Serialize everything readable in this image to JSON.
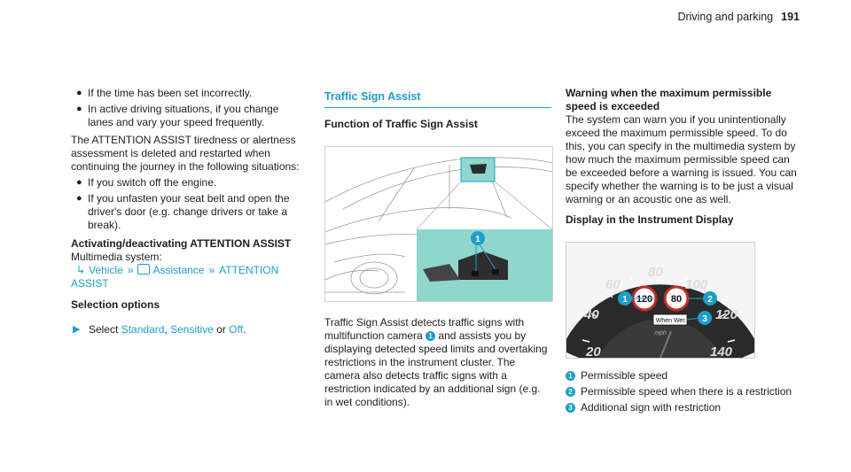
{
  "header": {
    "section": "Driving and parking",
    "page": "191"
  },
  "col1": {
    "bullets_top": [
      "If the time has been set incorrectly.",
      "In active driving situations, if you change lanes and vary your speed frequently."
    ],
    "para": "The ATTENTION ASSIST tiredness or alertness assessment is deleted and restarted when continuing the journey in the following situations:",
    "bullets_mid": [
      "If you switch off the engine.",
      "If you unfasten your seat belt and open the driver's door (e.g. change drivers or take a break)."
    ],
    "activating_title": "Activating/deactivating ATTENTION ASSIST",
    "multimedia_label": "Multimedia system:",
    "path": {
      "p1": "Vehicle",
      "p2": "Assistance",
      "p3": "ATTENTION ASSIST"
    },
    "selection_title": "Selection options",
    "select": {
      "prefix": "Select",
      "opt1": "Standard",
      "sep": ",",
      "opt2": "Sensitive",
      "or": "or",
      "opt3": "Off",
      "end": "."
    }
  },
  "col2": {
    "section_title": "Traffic Sign Assist",
    "function_title": "Function of Traffic Sign Assist",
    "figure_callout": "1",
    "caption_before": "Traffic Sign Assist detects traffic signs with multifunction camera",
    "caption_badge": "1",
    "caption_after": "and assists you by displaying detected speed limits and overtaking restrictions in the instrument cluster. The camera also detects traffic signs with a restriction indicated by an additional sign (e.g. in wet conditions)."
  },
  "col3": {
    "warning_title": "Warning when the maximum permissible speed is exceeded",
    "warning_text": "The system can warn you if you unintentionally exceed the maximum permissible speed. To do this, you can specify in the multimedia system by how much the maximum permissible speed can be exceeded before a warning is issued. You can specify whether the warning is to be just a visual warning or an acoustic one as well.",
    "display_title": "Display in the Instrument Display",
    "gauge": {
      "ticks": [
        "20",
        "40",
        "60",
        "80",
        "100",
        "120",
        "140"
      ],
      "sign1": "120",
      "sign2": "80",
      "wet": "When Wet",
      "unit": "mph",
      "c1": "1",
      "c2": "2",
      "c3": "3"
    },
    "legend": [
      {
        "n": "1",
        "text": "Permissible speed"
      },
      {
        "n": "2",
        "text": "Permissible speed when there is a restriction"
      },
      {
        "n": "3",
        "text": "Additional sign with restriction"
      }
    ]
  },
  "colors": {
    "accent": "#1d9ec8",
    "teal_panel": "#8fd6cd"
  }
}
